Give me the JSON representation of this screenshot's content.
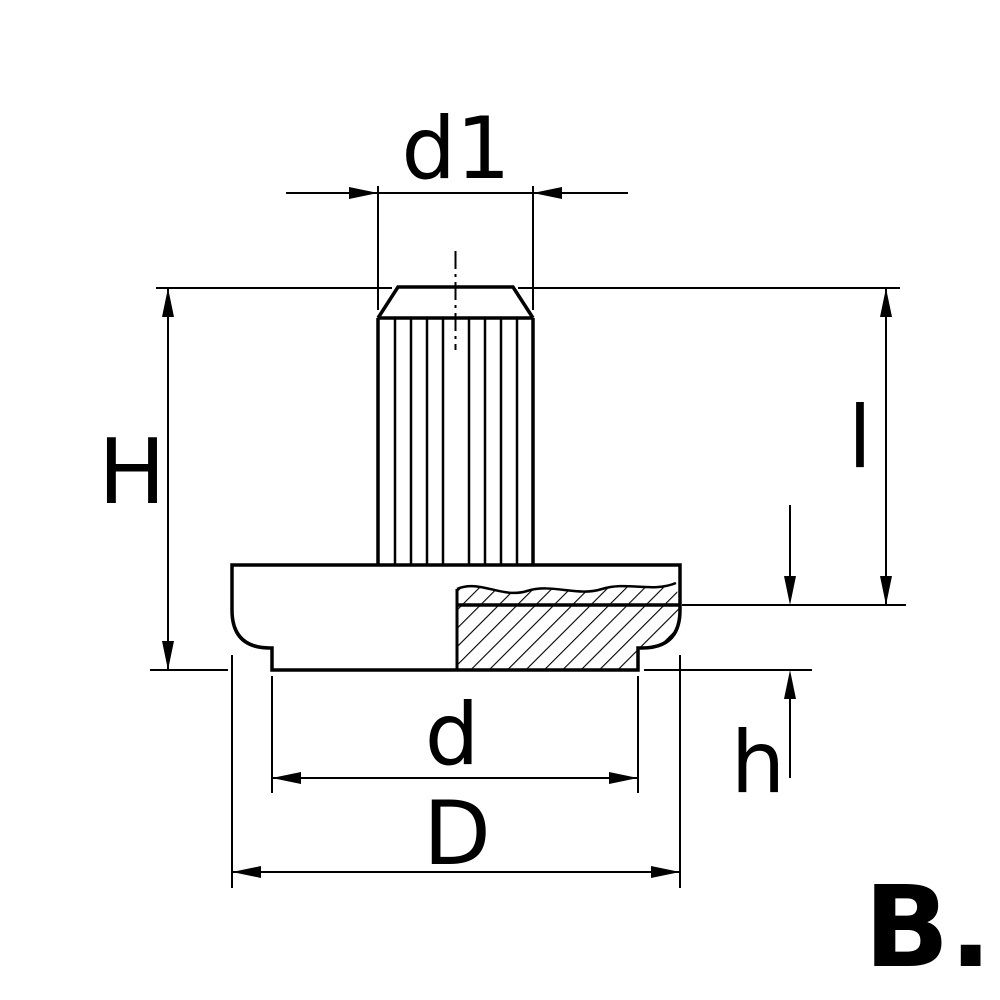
{
  "drawing": {
    "labels": {
      "d1": "d1",
      "H": "H",
      "l": "l",
      "d": "d",
      "D": "D",
      "h": "h"
    },
    "logo": "B.",
    "colors": {
      "line": "#000000",
      "logo": "#9e9e9e",
      "background": "#ffffff"
    }
  }
}
